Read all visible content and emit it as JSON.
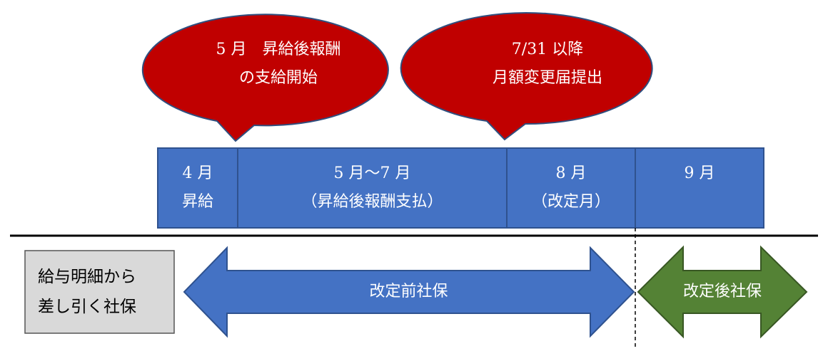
{
  "callouts": [
    {
      "line1": "5 月　昇給後報酬",
      "line2": "の支給開始"
    },
    {
      "line1": "7/31 以降",
      "line2": "月額変更届提出"
    }
  ],
  "timeline": [
    {
      "line1": "4 月",
      "line2": "昇給"
    },
    {
      "line1": "5 月～7 月",
      "line2": "（昇給後報酬支払）"
    },
    {
      "line1": "8 月",
      "line2": "（改定月）"
    },
    {
      "line1": "9 月",
      "line2": ""
    }
  ],
  "legend": {
    "line1": "給与明細から",
    "line2": "差し引く社保"
  },
  "arrows": {
    "before": {
      "label": "改定前社保"
    },
    "after": {
      "label": "改定後社保"
    }
  },
  "colors": {
    "callout_fill": "#c00000",
    "callout_stroke": "#2f4f7f",
    "timeline_fill": "#4472c4",
    "timeline_stroke": "#2f528f",
    "arrow_before": "#4472c4",
    "arrow_after": "#548235",
    "legend_fill": "#d9d9d9"
  }
}
